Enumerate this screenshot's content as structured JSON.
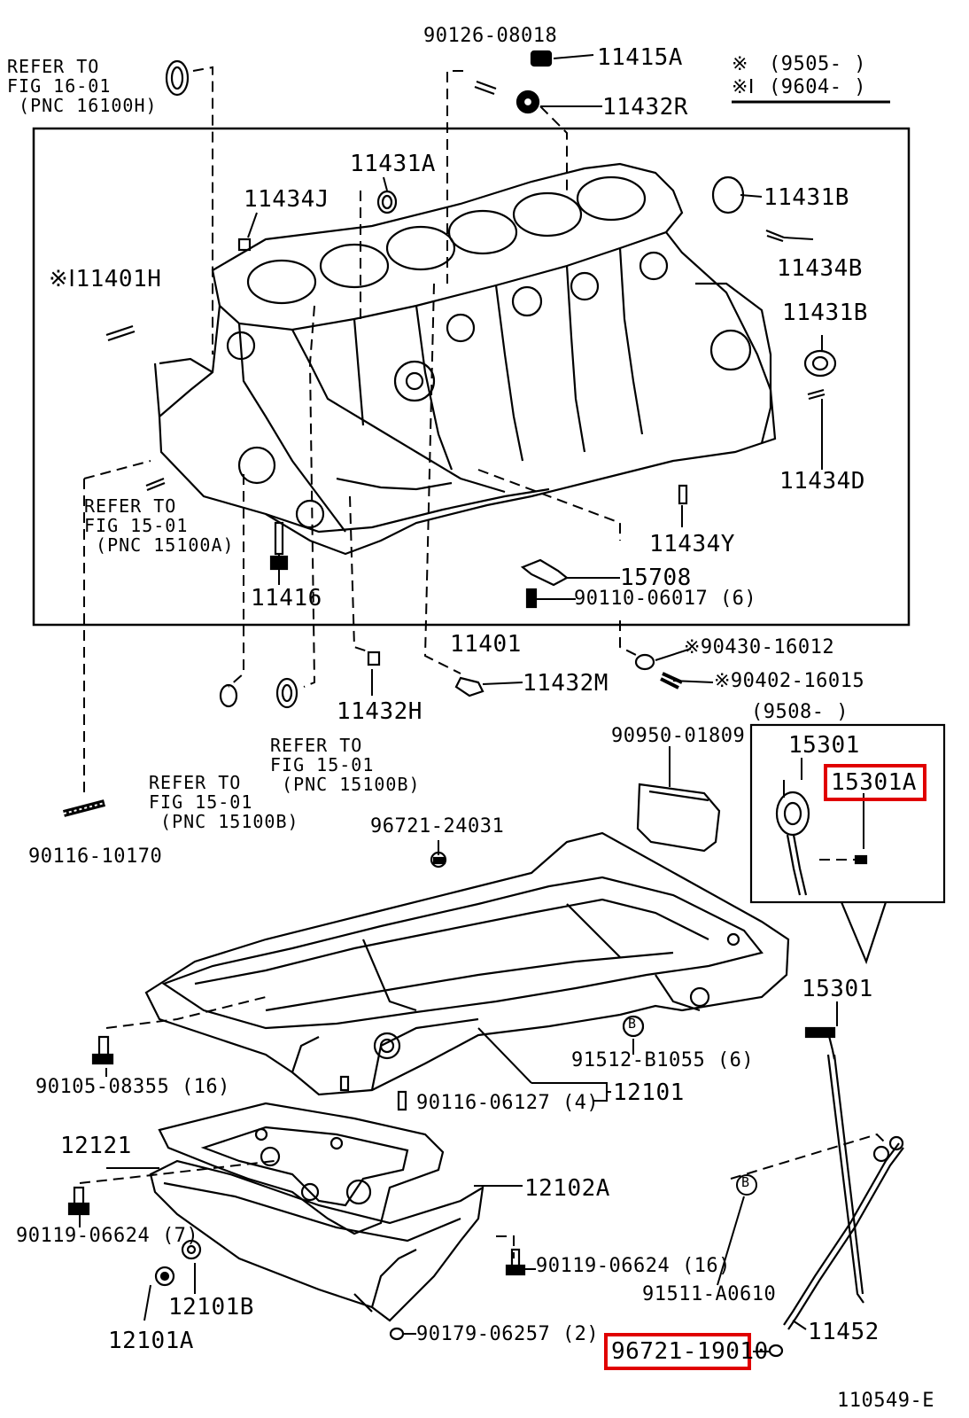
{
  "diagram_id": "110549-E",
  "legend": {
    "row1_symbol": "※",
    "row1_text": "(9505-        )",
    "row2_symbol": "※Ⅰ",
    "row2_text": "(9604-        )"
  },
  "references": {
    "ref_16_01": "REFER TO\nFIG 16-01\n (PNC 16100H)",
    "ref_15_01_a": "REFER TO\nFIG 15-01\n (PNC 15100A)",
    "ref_15_01_b1": "REFER TO\nFIG 15-01\n (PNC 15100B)",
    "ref_15_01_b2": "REFER TO\nFIG 15-01\n (PNC 15100B)"
  },
  "inset": {
    "date_range": "(9508-        )",
    "part_a": "15301",
    "part_b": "15301A"
  },
  "parts": {
    "p_90126_08018": "90126-08018",
    "p_11415A": "11415A",
    "p_11432R": "11432R",
    "p_11431A": "11431A",
    "p_11431B_top": "11431B",
    "p_11434J": "11434J",
    "p_11401H": "※Ⅰ11401H",
    "p_11434B": "11434B",
    "p_11431B_mid": "11431B",
    "p_11434D": "11434D",
    "p_11434Y": "11434Y",
    "p_15708": "15708",
    "p_90110_06017": "90110-06017 (6)",
    "p_11416": "11416",
    "p_11401": "11401",
    "p_90430_16012": "※90430-16012",
    "p_90402_16015": "※90402-16015",
    "p_11432M": "11432M",
    "p_11432H": "11432H",
    "p_90950_01809": "90950-01809",
    "p_90116_10170": "90116-10170",
    "p_96721_24031": "96721-24031",
    "p_15301_stick": "15301",
    "p_91512_B1055": "91512-B1055 (6)",
    "p_90105_08355": "90105-08355 (16)",
    "p_90116_06127": "90116-06127 (4)",
    "p_12101": "12101",
    "p_12121": "12121",
    "p_12102A": "12102A",
    "p_90119_06624_7": "90119-06624 (7)",
    "p_90119_06624_16": "90119-06624 (16)",
    "p_91511_A0610": "91511-A0610",
    "p_12101B": "12101B",
    "p_12101A": "12101A",
    "p_90179_06257": "90179-06257 (2)",
    "p_11452": "11452",
    "p_96721_19010": "96721-19010"
  },
  "marker_b": "B",
  "highlight_color": "#e00000"
}
